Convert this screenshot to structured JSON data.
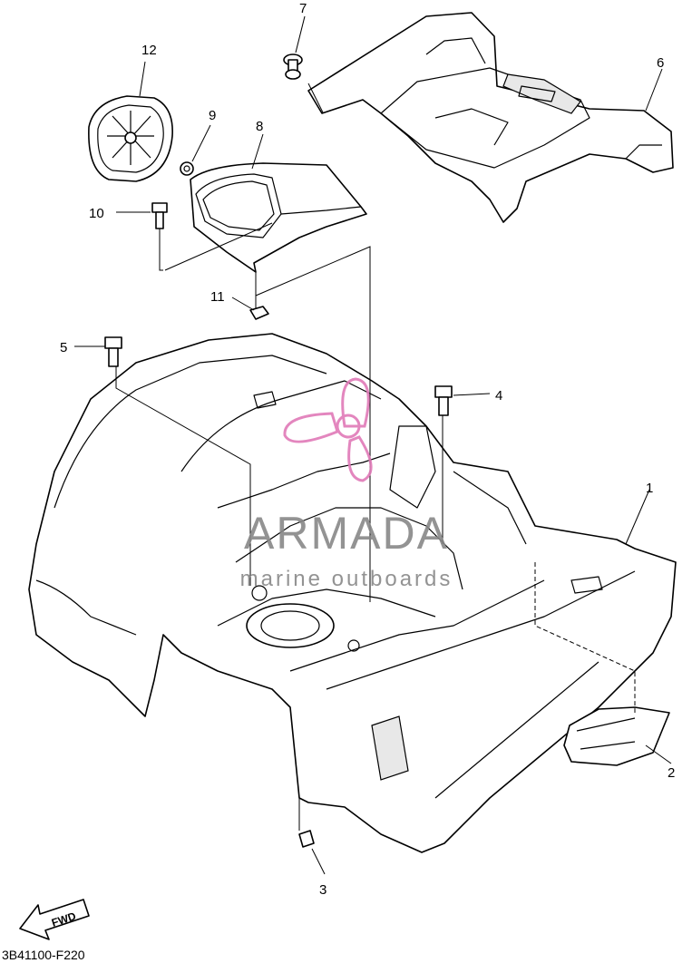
{
  "diagram": {
    "callouts": [
      {
        "id": "c1",
        "label": "1"
      },
      {
        "id": "c2",
        "label": "2"
      },
      {
        "id": "c3",
        "label": "3"
      },
      {
        "id": "c4",
        "label": "4"
      },
      {
        "id": "c5",
        "label": "5"
      },
      {
        "id": "c6",
        "label": "6"
      },
      {
        "id": "c7",
        "label": "7"
      },
      {
        "id": "c8",
        "label": "8"
      },
      {
        "id": "c9",
        "label": "9"
      },
      {
        "id": "c10",
        "label": "10"
      },
      {
        "id": "c11",
        "label": "11"
      },
      {
        "id": "c12",
        "label": "12"
      }
    ],
    "fwd_label": "FWD",
    "diagram_code": "3B41100-F220"
  },
  "watermark": {
    "brand": "ARMADA",
    "tagline": "marine outboards",
    "color": "#e07ab8"
  }
}
